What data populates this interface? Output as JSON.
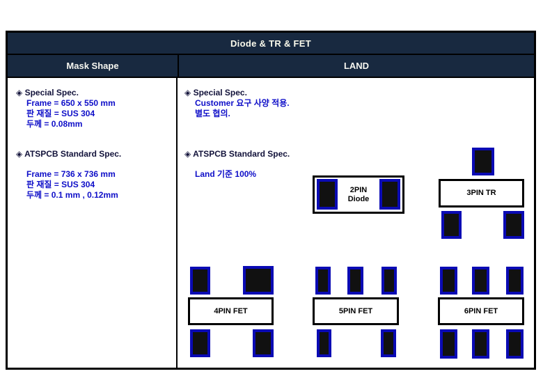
{
  "title": "Diode & TR & FET",
  "columns": {
    "left": "Mask Shape",
    "right": "LAND"
  },
  "mask_shape": {
    "special": {
      "heading": "◈  Special Spec.",
      "lines": [
        "Frame = 650 x 550 mm",
        "판 재질 = SUS 304",
        "두께 = 0.08mm"
      ]
    },
    "standard": {
      "heading": "◈  ATSPCB Standard Spec.",
      "lines": [
        "Frame = 736 x 736 mm",
        "판 재질 = SUS 304",
        "두께 = 0.1 mm , 0.12mm"
      ]
    }
  },
  "land": {
    "special": {
      "heading": "◈ Special Spec.",
      "lines": [
        "Customer 요구 사양 적용.",
        "별도 협의."
      ]
    },
    "standard": {
      "heading": "◈ ATSPCB Standard Spec.",
      "lines": [
        "Land 기준 100%"
      ]
    }
  },
  "components": {
    "diode2": "2PIN\nDiode",
    "tr3": "3PIN TR",
    "fet4": "4PIN FET",
    "fet5": "5PIN FET",
    "fet6": "6PIN FET"
  },
  "colors": {
    "header_bg": "#182940",
    "title_text": "#fbfbec",
    "pad_border": "#0a0ab4",
    "pad_fill": "#111111",
    "text_blue": "#0e0ec8",
    "text_dark": "#12123a"
  }
}
